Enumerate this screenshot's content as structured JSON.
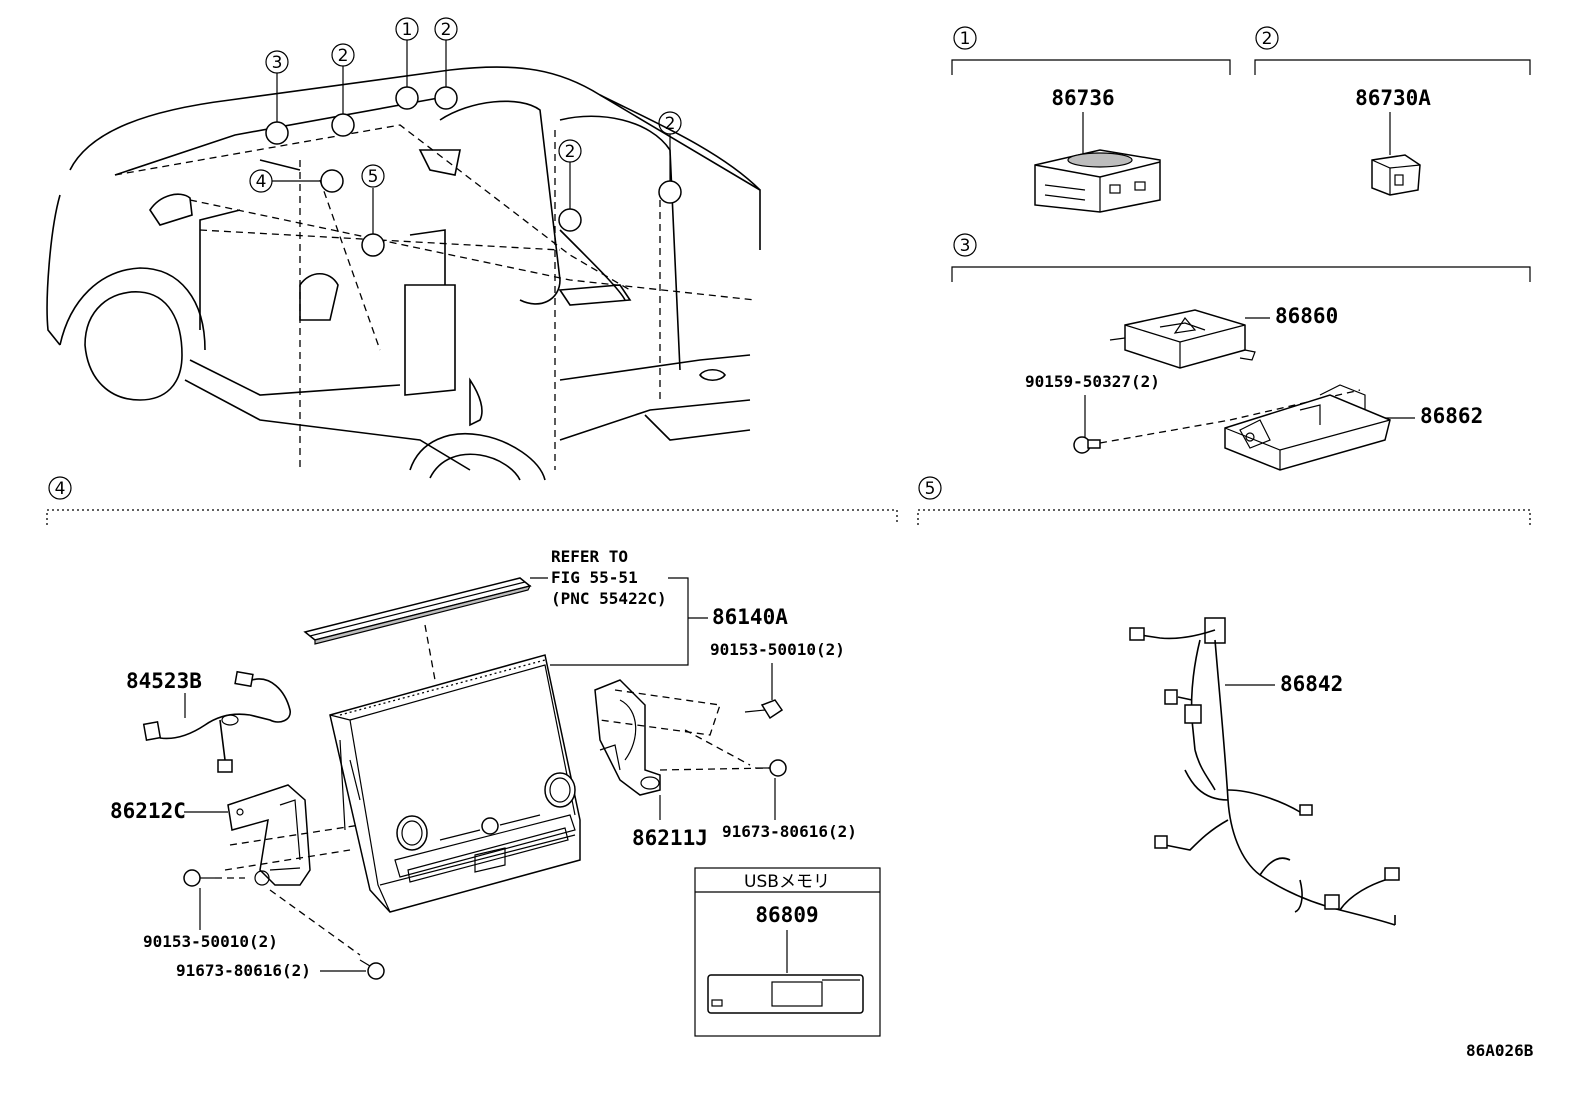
{
  "callouts": {
    "c1": "1",
    "c2": "2",
    "c3": "3",
    "c4": "4",
    "c5": "5"
  },
  "parts": {
    "p86736": "86736",
    "p86730A": "86730A",
    "p86860": "86860",
    "p90159": "90159-50327(2)",
    "p86862": "86862",
    "p86140A": "86140A",
    "p84523B": "84523B",
    "p90153a": "90153-50010(2)",
    "p86212C": "86212C",
    "p86211J": "86211J",
    "p91673a": "91673-80616(2)",
    "p90153b": "90153-50010(2)",
    "p91673b": "91673-80616(2)",
    "p86809": "86809",
    "p86842": "86842"
  },
  "refer": {
    "line1": "REFER TO",
    "line2": "FIG 55-51",
    "line3": "(PNC 55422C)"
  },
  "usb_box": {
    "title": "USBメモリ"
  },
  "figure_code": "86A026B"
}
